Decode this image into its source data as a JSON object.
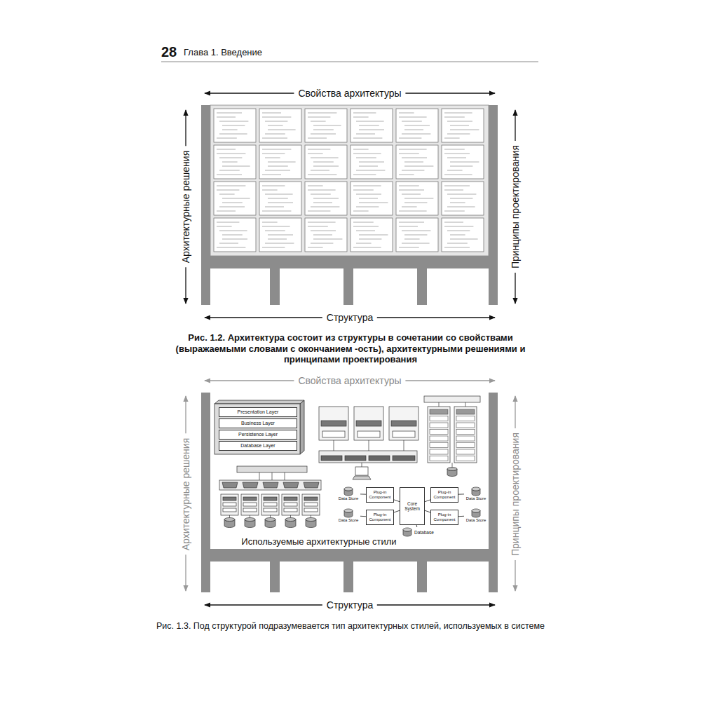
{
  "diagram": {
    "nodes": [
      {
        "text": [
          "Presentation Layer"
        ]
      },
      {
        "text": [
          "Business Layer"
        ]
      },
      {
        "text": [
          "Persistence Layer"
        ]
      },
      {
        "text": [
          "Database Layer"
        ]
      },
      {
        "text": [
          "Data Store"
        ]
      },
      {
        "text": [
          "Plug-in Component"
        ]
      },
      {
        "text": [
          "Core System"
        ]
      },
      {
        "text": [
          "Plug-in Component"
        ]
      },
      {
        "text": [
          "Data Store"
        ]
      },
      {
        "text": [
          "Data Store"
        ]
      },
      {
        "text": [
          "Plug-in Component"
        ]
      },
      {
        "text": [
          "Plug-in Component"
        ]
      },
      {
        "text": [
          "Data Store"
        ]
      },
      {
        "text": [
          "Database"
        ]
      }
    ],
    "edges": [
      {
        "from": 6,
        "to": 5,
        "arrow": "none"
      },
      {
        "from": 6,
        "to": 7,
        "arrow": "none"
      },
      {
        "from": 6,
        "to": 10,
        "arrow": "none"
      },
      {
        "from": 6,
        "to": 11,
        "arrow": "none"
      },
      {
        "from": 5,
        "to": 4,
        "arrow": "none"
      },
      {
        "from": 7,
        "to": 8,
        "arrow": "none"
      },
      {
        "from": 10,
        "to": 9,
        "arrow": "none"
      },
      {
        "from": 11,
        "to": 12,
        "arrow": "none"
      },
      {
        "from": 6,
        "to": 13,
        "arrow": "none"
      }
    ],
    "labels": [
      "28",
      "Глава 1. Введение",
      "Свойства архитектуры",
      "Архитектурные решения",
      "Принципы проектирования",
      "Структура",
      "Рис. 1.2. Архитектура состоит из структуры в сочетании со свойствами (выражаемыми словами с окончанием -ость), архитектурными решениями и принципами проектирования",
      "Свойства архитектуры",
      "Архитектурные решения",
      "Принципы проектирования",
      "Используемые архитектурные стили",
      "Структура",
      "Рис. 1.3. Под структурой подразумевается тип архитектурных стилей, используемых в системе"
    ]
  }
}
